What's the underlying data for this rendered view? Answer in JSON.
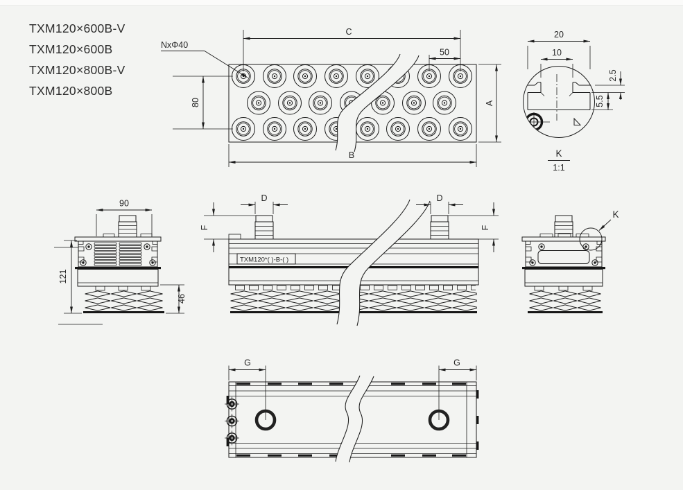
{
  "model_list": [
    "TXM120×600B-V",
    "TXM120×600B",
    "TXM120×800B-V",
    "TXM120×800B"
  ],
  "top_view": {
    "hole_callout": "NxΦ40",
    "dim_c": "C",
    "dim_50": "50",
    "dim_a": "A",
    "dim_b": "B",
    "dim_80": "80"
  },
  "detail_k": {
    "dim_20": "20",
    "dim_10": "10",
    "dim_2_5": "2.5",
    "dim_5_5": "5.5",
    "label": "K",
    "scale": "1:1"
  },
  "end_view_left": {
    "dim_90": "90",
    "dim_121": "121",
    "dim_46": "46"
  },
  "front_view": {
    "dim_d_left": "D",
    "dim_d_right": "D",
    "dim_f_left": "F",
    "dim_f_right": "F",
    "body_label": "TXM120*( )-B-( )"
  },
  "end_view_right": {
    "detail_ref": "K"
  },
  "bottom_view": {
    "dim_g_left": "G",
    "dim_g_right": "G"
  }
}
